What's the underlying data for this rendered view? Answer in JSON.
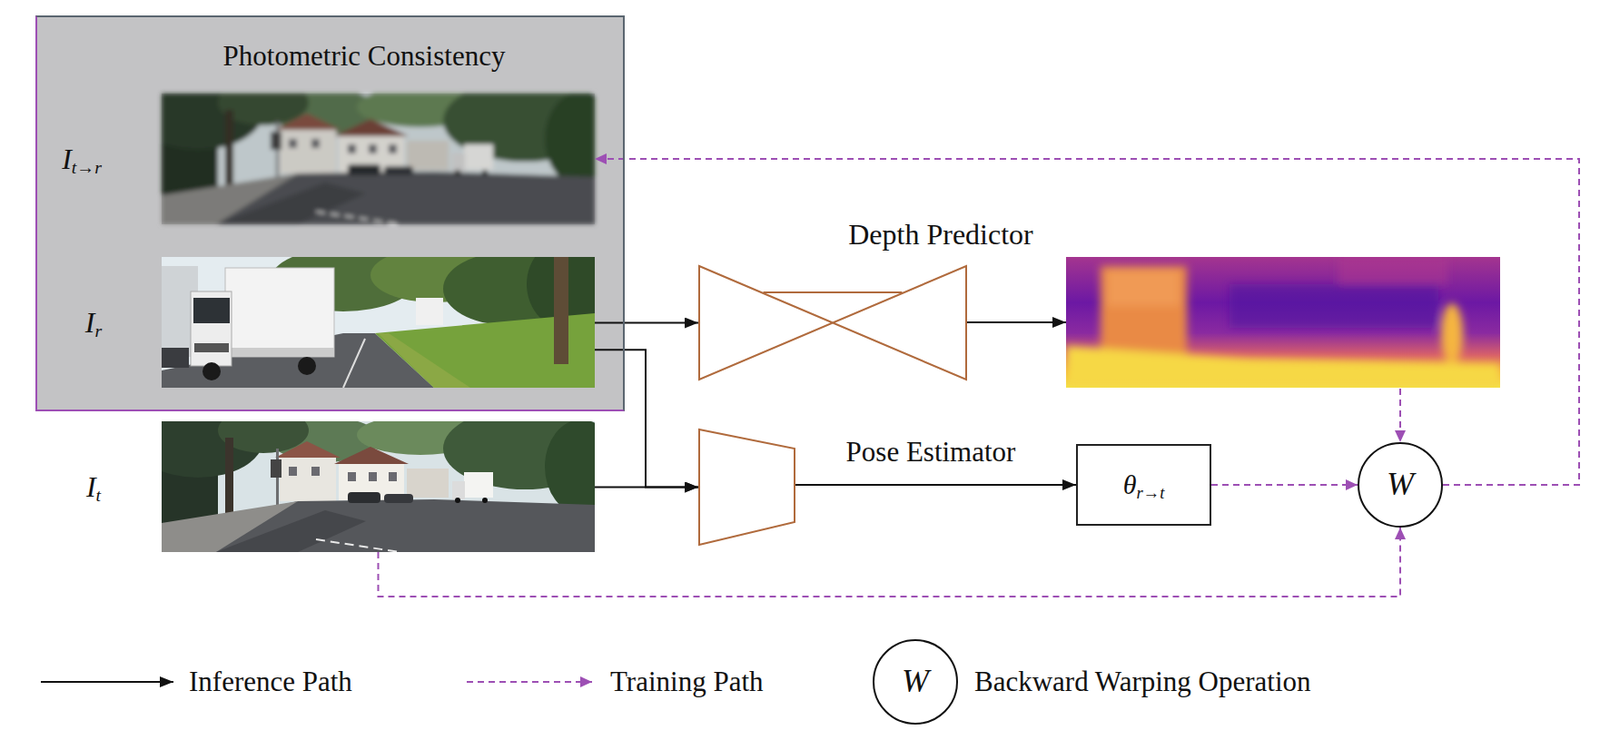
{
  "diagram": {
    "nodes": [
      {
        "text": [
          "Photometric Consistency"
        ]
      },
      {
        "text": [
          "It→r"
        ],
        "in": 0
      },
      {
        "text": [
          "Ir"
        ],
        "in": 0
      },
      {
        "text": [
          "It"
        ]
      },
      {
        "text": [
          "Depth Predictor"
        ]
      },
      {
        "text": [
          "Pose Estimator"
        ]
      },
      {
        "text": [
          "θr→t"
        ]
      },
      {
        "text": [
          "W"
        ]
      }
    ],
    "edges": [
      {
        "from": 2,
        "to": 4,
        "arrow": "to"
      },
      {
        "from": 2,
        "to": 5,
        "arrow": "to"
      },
      {
        "from": 3,
        "to": 5,
        "arrow": "to"
      },
      {
        "from": 5,
        "to": 6,
        "arrow": "to"
      },
      {
        "from": 6,
        "to": 7,
        "arrow": "to"
      },
      {
        "from": 3,
        "to": 7,
        "arrow": "to"
      },
      {
        "from": 7,
        "to": 1,
        "arrow": "to"
      }
    ],
    "labels": [
      "W"
    ],
    "legend": [
      {
        "text": "Inference Path"
      },
      {
        "text": "Training Path"
      },
      {
        "text": "Backward Warping Operation"
      }
    ]
  }
}
